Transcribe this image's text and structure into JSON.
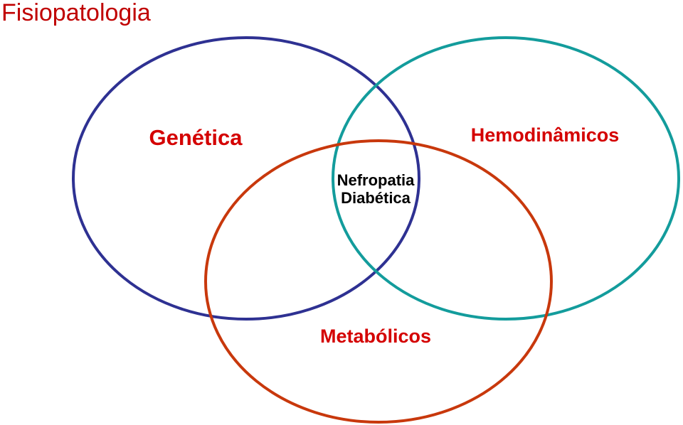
{
  "title": "Fisiopatologia",
  "colors": {
    "title": "#c00000",
    "label": "#d40000",
    "center_label": "#000000",
    "genetica_circle": "#2e3192",
    "hemodinamicos_circle": "#139c9c",
    "metabolicos_circle": "#c8380c"
  },
  "sets": {
    "genetica": "Genética",
    "hemodinamicos": "Hemodinâmicos",
    "metabolicos": "Metabólicos"
  },
  "intersection": {
    "line1": "Nefropatia",
    "line2": "Diabética"
  }
}
